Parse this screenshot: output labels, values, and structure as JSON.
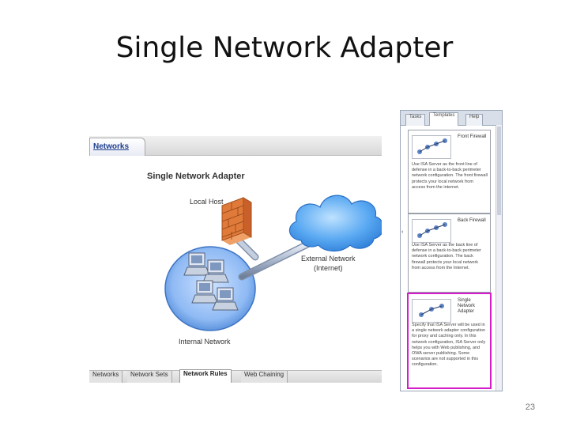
{
  "slide": {
    "title": "Single Network Adapter",
    "page_number": "23"
  },
  "diagram": {
    "header_tab": "Networks",
    "title": "Single Network Adapter",
    "labels": {
      "local_host": "Local Host",
      "external_network": "External Network",
      "internet": "(Internet)",
      "internal_network": "Internal Network"
    },
    "bottom_tabs": [
      "Networks",
      "Network Sets",
      "Network Rules",
      "Web Chaining"
    ],
    "active_bottom_tab": "Network Rules"
  },
  "panel": {
    "tabs": [
      "Tasks",
      "Templates",
      "Help"
    ],
    "active_tab": "Templates",
    "templates": [
      {
        "name": "Front Firewall",
        "description": "Use ISA Server as the front line of defense in a back-to-back perimeter network configuration. The front firewall protects your local network from access from the internet."
      },
      {
        "name": "Back Firewall",
        "description": "Use ISA Server as the back line of defense in a back-to-back perimeter network configuration. The back firewall protects your local network from access from the Internet."
      },
      {
        "name": "Single Network Adapter",
        "description": "Specify that ISA Server will be used in a single network adapter configuration for proxy and caching only. In this network configuration, ISA Server only helps you with Web publishing, and OWA server publishing. Some scenarios are not supported in this configuration."
      }
    ]
  },
  "colors": {
    "selection_border": "#d51dc9",
    "tab_text": "#1f3f8f",
    "firewall": "#e0793a",
    "cloud": "#3a8ee6",
    "network_disc": "#6aa3f0"
  }
}
